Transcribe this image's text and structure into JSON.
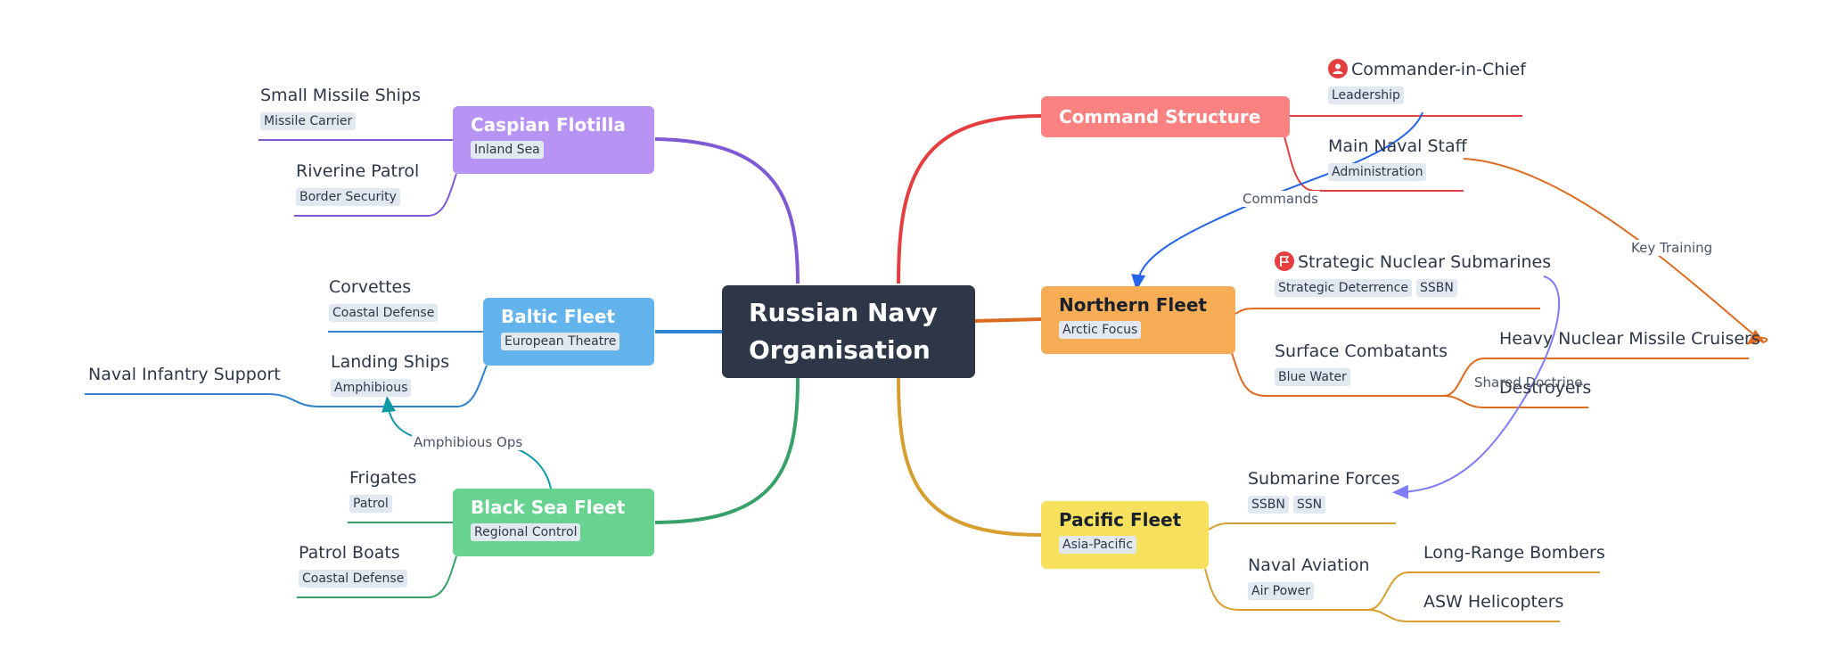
{
  "root": {
    "line1": "Russian Navy",
    "line2": "Organisation"
  },
  "colors": {
    "caspian": "#b794f4",
    "baltic": "#63b3ed",
    "blacksea": "#68d391",
    "command": "#fc8181",
    "northern": "#f6ad55",
    "pacific": "#f6e05e",
    "alert_icon": "#e53e3e"
  },
  "branches": {
    "caspian": {
      "title": "Caspian Flotilla",
      "tag": "Inland Sea",
      "leaves": [
        {
          "title": "Small Missile Ships",
          "tag": "Missile Carrier"
        },
        {
          "title": "Riverine Patrol",
          "tag": "Border Security"
        }
      ]
    },
    "baltic": {
      "title": "Baltic Fleet",
      "tag": "European Theatre",
      "leaves": [
        {
          "title": "Corvettes",
          "tag": "Coastal Defense"
        },
        {
          "title": "Landing Ships",
          "tag": "Amphibious",
          "child": "Naval Infantry Support"
        }
      ]
    },
    "blacksea": {
      "title": "Black Sea Fleet",
      "tag": "Regional Control",
      "leaves": [
        {
          "title": "Frigates",
          "tag": "Patrol"
        },
        {
          "title": "Patrol Boats",
          "tag": "Coastal Defense"
        }
      ]
    },
    "command": {
      "title": "Command Structure",
      "leaves": [
        {
          "title": "Commander-in-Chief",
          "tag": "Leadership",
          "icon": "person-icon"
        },
        {
          "title": "Main Naval Staff",
          "tag": "Administration"
        }
      ]
    },
    "northern": {
      "title": "Northern Fleet",
      "tag": "Arctic Focus",
      "leaves": [
        {
          "title": "Strategic Nuclear Submarines",
          "tags": [
            "Strategic Deterrence",
            "SSBN"
          ],
          "icon": "flag-icon"
        },
        {
          "title": "Surface Combatants",
          "tag": "Blue Water",
          "children": [
            "Heavy Nuclear Missile Cruisers",
            "Destroyers"
          ]
        }
      ]
    },
    "pacific": {
      "title": "Pacific Fleet",
      "tag": "Asia-Pacific",
      "leaves": [
        {
          "title": "Submarine Forces",
          "tags": [
            "SSBN",
            "SSN"
          ]
        },
        {
          "title": "Naval Aviation",
          "tag": "Air Power",
          "children": [
            "Long-Range Bombers",
            "ASW Helicopters"
          ]
        }
      ]
    }
  },
  "cross_links": {
    "commands": "Commands",
    "key_training": "Key Training",
    "shared_doctrine": "Shared Doctrine",
    "amphibious_ops": "Amphibious Ops"
  }
}
